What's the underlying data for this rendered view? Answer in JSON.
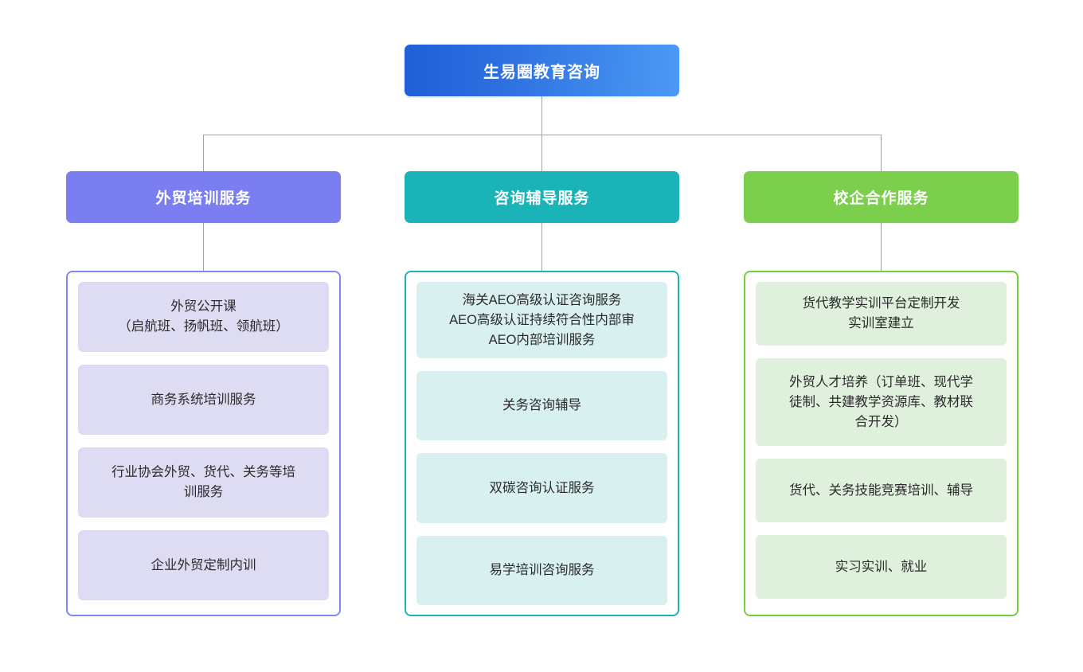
{
  "diagram": {
    "type": "organization-tree",
    "orientation": "top-down",
    "levels": 3,
    "connector_color": "#9aa4ad"
  },
  "root": {
    "label": "生易圈教育咨询",
    "gradient_from": "#1f5fd8",
    "gradient_to": "#4b9af4",
    "text_color": "#ffffff"
  },
  "branches": [
    {
      "label": "外贸培训服务",
      "header_color": "#7b7ef0",
      "border_color": "#8287f0",
      "card_color": "#dedcf3",
      "items": [
        {
          "label": "外贸公开课\n（启航班、扬帆班、领航班）"
        },
        {
          "label": "商务系统培训服务"
        },
        {
          "label": "行业协会外贸、货代、关务等培\n训服务"
        },
        {
          "label": "企业外贸定制内训"
        }
      ]
    },
    {
      "label": "咨询辅导服务",
      "header_color": "#1ab3b8",
      "border_color": "#1ab3b8",
      "card_color": "#d9f0f0",
      "items": [
        {
          "label": "海关AEO高级认证咨询服务\nAEO高级认证持续符合性内部审\nAEO内部培训服务"
        },
        {
          "label": "关务咨询辅导"
        },
        {
          "label": "双碳咨询认证服务"
        },
        {
          "label": "易学培训咨询服务"
        }
      ]
    },
    {
      "label": "校企合作服务",
      "header_color": "#7bcf4c",
      "border_color": "#72cf3f",
      "card_color": "#dff0dd",
      "items": [
        {
          "label": "货代教学实训平台定制开发\n实训室建立"
        },
        {
          "label": "外贸人才培养（订单班、现代学\n徒制、共建教学资源库、教材联\n合开发）"
        },
        {
          "label": "货代、关务技能竞赛培训、辅导"
        },
        {
          "label": "实习实训、就业"
        }
      ]
    }
  ]
}
